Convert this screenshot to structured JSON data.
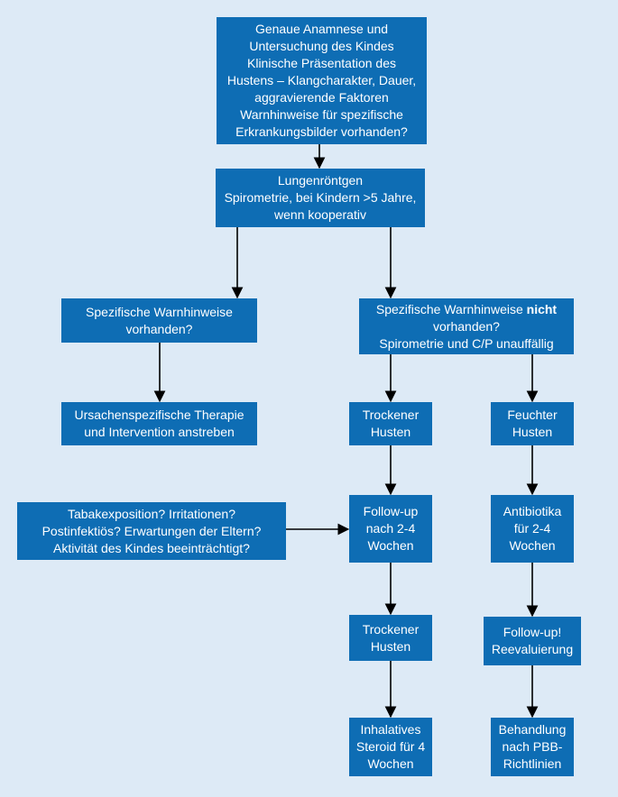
{
  "nodes": {
    "anamnese": [
      "Genaue Anamnese und",
      "Untersuchung des Kindes",
      "Klinische Präsentation des",
      "Hustens – Klangcharakter, Dauer,",
      "aggravierende Faktoren",
      "Warnhinweise für spezifische",
      "Erkrankungsbilder vorhanden?"
    ],
    "lungenroentgen": [
      "Lungenröntgen",
      "Spirometrie, bei Kindern >5 Jahre,",
      "wenn kooperativ"
    ],
    "warn_vorhanden": [
      "Spezifische Warnhinweise",
      "vorhanden?"
    ],
    "warn_nicht": {
      "l1_a": "Spezifische Warnhinweise ",
      "l1_b": "nicht",
      "l2": "vorhanden?",
      "l3": "Spirometrie und C/P unauffällig"
    },
    "therapie": [
      "Ursachenspezifische Therapie",
      "und Intervention anstreben"
    ],
    "trockener1": [
      "Trockener",
      "Husten"
    ],
    "feuchter": [
      "Feuchter",
      "Husten"
    ],
    "tabak": [
      "Tabakexposition? Irritationen?",
      "Postinfektiös? Erwartungen der Eltern?",
      "Aktivität des Kindes beeinträchtigt?"
    ],
    "followup1": [
      "Follow-up",
      "nach 2-4",
      "Wochen"
    ],
    "antibiotika": [
      "Antibiotika",
      "für 2-4",
      "Wochen"
    ],
    "trockener2": [
      "Trockener",
      "Husten"
    ],
    "followup2": [
      "Follow-up!",
      "Reevaluierung"
    ],
    "inhalatives": [
      "Inhalatives",
      "Steroid für 4",
      "Wochen"
    ],
    "behandlung": [
      "Behandlung",
      "nach PBB-",
      "Richtlinien"
    ]
  },
  "colors": {
    "background": "#ddeaf6",
    "box": "#0e6db4",
    "text": "#ffffff",
    "arrow": "#000000"
  }
}
